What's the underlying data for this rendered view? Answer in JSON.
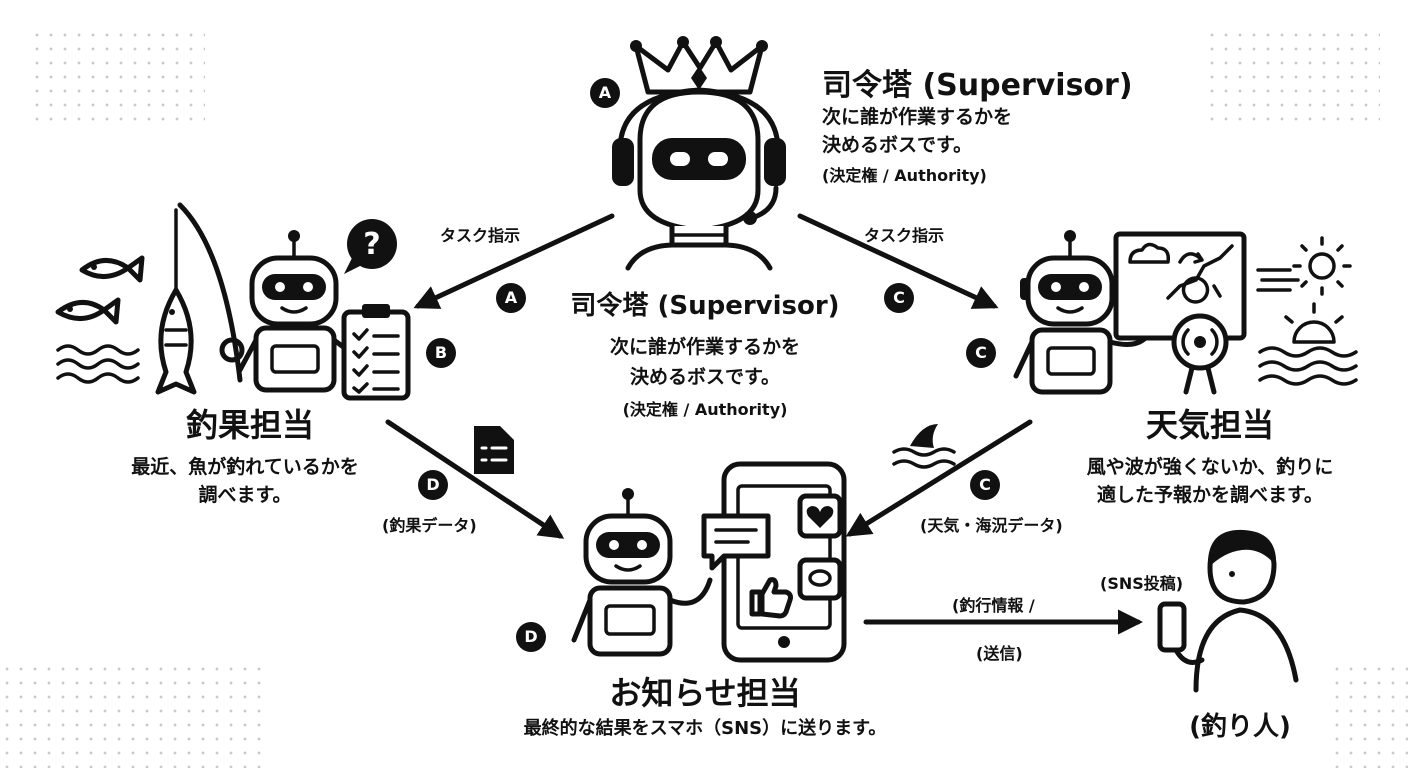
{
  "supervisor": {
    "top_title": "司令塔 (Supervisor)",
    "top_desc1": "次に誰が作業するかを",
    "top_desc2": "決めるボスです。",
    "top_note": "(決定権 / Authority)",
    "center_title": "司令塔 (Supervisor)",
    "center_desc1": "次に誰が作業するかを",
    "center_desc2": "決めるボスです。",
    "center_note": "(決定権 / Authority)"
  },
  "badges": {
    "a": "A",
    "b": "B",
    "c": "C",
    "d": "D"
  },
  "arrows": {
    "left_task": "タスク指示",
    "right_task": "タスク指示",
    "fishing_data": "(釣果データ)",
    "weather_data": "(天気・海況データ)",
    "send_info": "(釣行情報 /",
    "send": "(送信)",
    "sns_post": "(SNS投稿)"
  },
  "fishing": {
    "title": "釣果担当",
    "desc1": "最近、魚が釣れているかを",
    "desc2": "調べます。"
  },
  "weather": {
    "title": "天気担当",
    "desc1": "風や波が強くないか、釣りに",
    "desc2": "適した予報かを調べます。"
  },
  "notify": {
    "title": "お知らせ担当",
    "desc": "最終的な結果をスマホ（SNS）に送ります。"
  },
  "angler": {
    "label": "(釣り人)"
  },
  "colors": {
    "ink": "#111111",
    "background": "#ffffff",
    "dots": "#c9c9c9"
  }
}
